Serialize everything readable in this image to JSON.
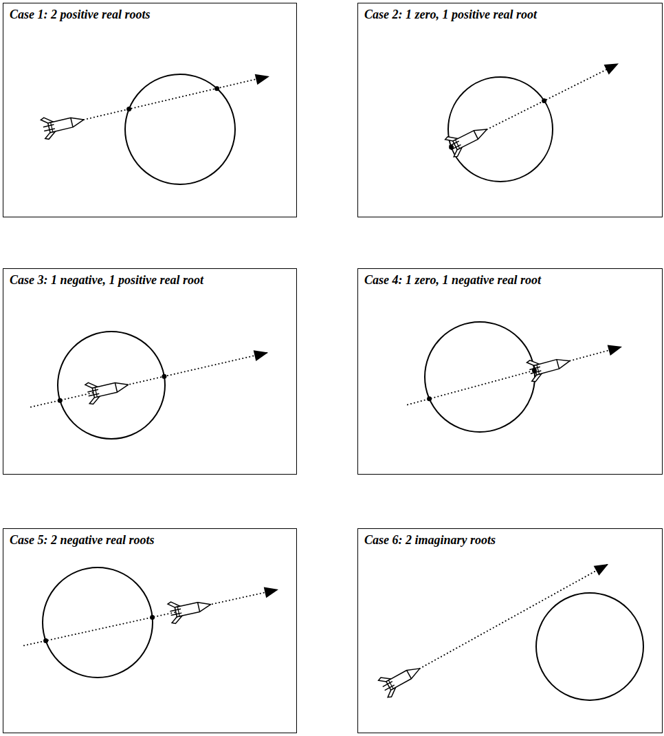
{
  "diagram": {
    "nodes": [
      {
        "text": [
          "Case 1: 2 positive real roots"
        ]
      },
      {
        "text": [
          "Case 2: 1 zero, 1 positive real root"
        ]
      },
      {
        "text": [
          "Case 3: 1 negative, 1 positive real root"
        ]
      },
      {
        "text": [
          "Case 4: 1 zero, 1 negative real root"
        ]
      },
      {
        "text": [
          "Case 5: 2 negative real roots"
        ]
      },
      {
        "text": [
          "Case 6: 2 imaginary roots"
        ]
      }
    ]
  }
}
